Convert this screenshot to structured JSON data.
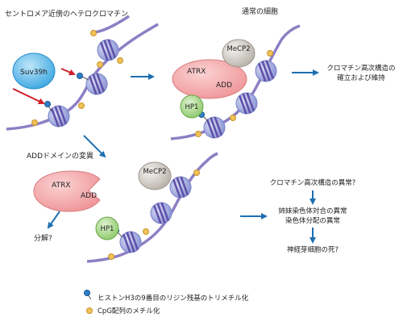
{
  "labels": {
    "heading_left": "セントロメア近傍のヘテロクロマチン",
    "heading_right": "通常の細胞",
    "add_mutation": "ADDドメインの変異",
    "suv39h": "Suv39h",
    "mecp2": "MeCP2",
    "atrx": "ATRX",
    "add": "ADD",
    "hp1": "HP1",
    "outcome_normal_line1": "クロマチン高次構造の",
    "outcome_normal_line2": "確立および維持",
    "degradation": "分解?",
    "abn_1": "クロマチン高次構造の異常?",
    "abn_2a": "姉妹染色体対合の異常",
    "abn_2b": "染色体分配の異常",
    "abn_3": "神経芽細胞の死?"
  },
  "legend": {
    "methyl_h3": "ヒストンH3の9番目のリジン残基のトリメチル化",
    "methyl_cpg": "CpG配列のメチル化"
  },
  "colors": {
    "dna": "#8d7fc4",
    "nucleosome": "#a8b2e0",
    "nucleosome_band": "#5f4fa8",
    "suv39h": "#4db3e6",
    "atrx": "#f2a6a8",
    "mecp2": "#d6d1cc",
    "hp1": "#a6d58a",
    "arrow_blue": "#1f6fb0",
    "arrow_red": "#d0202a",
    "h3_mark": "#2e7fc8",
    "cpg_mark": "#f1c25a"
  }
}
